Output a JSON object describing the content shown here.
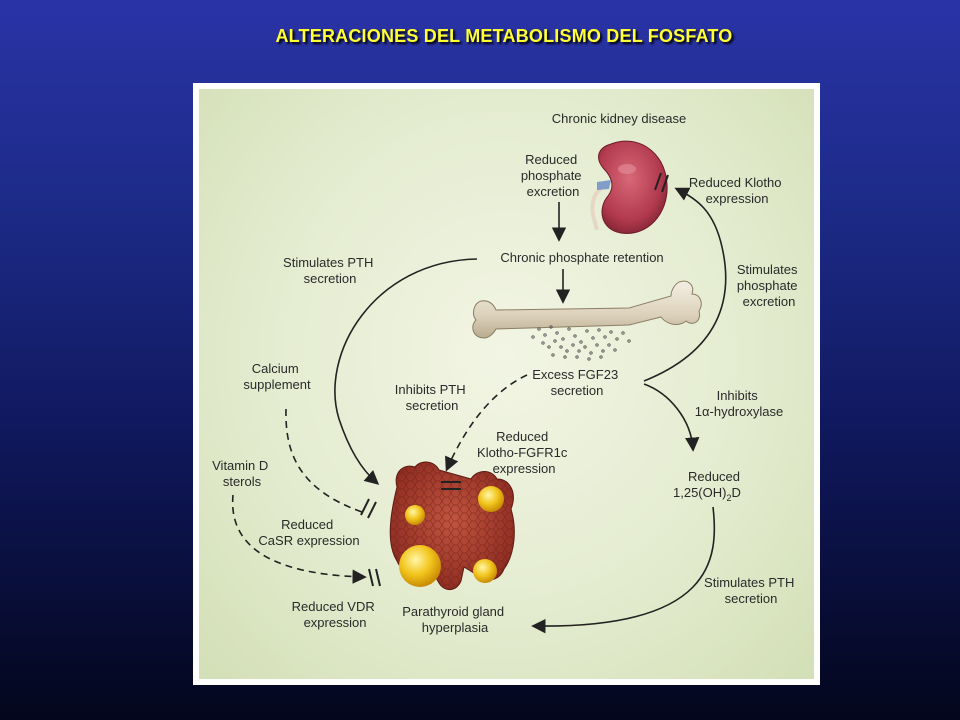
{
  "slide": {
    "title": "ALTERACIONES DEL METABOLISMO DEL FOSFATO"
  },
  "diagram": {
    "labels": {
      "ckd": "Chronic kidney disease",
      "reduced_phosphate_excretion": [
        "Reduced",
        "phosphate",
        "excretion"
      ],
      "reduced_klotho_expression": [
        "Reduced Klotho",
        "expression"
      ],
      "chronic_phosphate_retention": "Chronic phosphate retention",
      "stimulates_pth_secretion_left": [
        "Stimulates PTH",
        "secretion"
      ],
      "stimulates_phosphate_excretion": [
        "Stimulates",
        "phosphate",
        "excretion"
      ],
      "calcium_supplement": [
        "Calcium",
        "supplement"
      ],
      "inhibits_pth_secretion": [
        "Inhibits PTH",
        "secretion"
      ],
      "excess_fgf23_secretion": [
        "Excess FGF23",
        "secretion"
      ],
      "inhibits_1a_hydroxylase": [
        "Inhibits",
        "1α-hydroxylase"
      ],
      "reduced_klotho_fgfr1c": [
        "Reduced",
        "Klotho-FGFR1c",
        "expression"
      ],
      "vitamin_d_sterols": [
        "Vitamin D",
        "sterols"
      ],
      "reduced_125oh2d": [
        "Reduced",
        "1,25(OH)",
        "2",
        "D"
      ],
      "reduced_casr_expression": [
        "Reduced",
        "CaSR expression"
      ],
      "stimulates_pth_secretion_right": [
        "Stimulates PTH",
        "secretion"
      ],
      "reduced_vdr_expression": [
        "Reduced VDR",
        "expression"
      ],
      "parathyroid_hyperplasia": [
        "Parathyroid gland",
        "hyperplasia"
      ]
    },
    "colors": {
      "kidney": "#b23a4e",
      "bone": "#e3d9c4",
      "parathyroid": "#a83a2e",
      "nodule": "#f2c51c",
      "arrow": "#222222"
    }
  }
}
